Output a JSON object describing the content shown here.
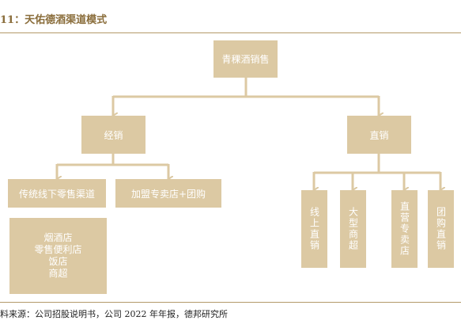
{
  "header": {
    "title": "11：天佑德酒渠道模式"
  },
  "footer": {
    "source": "料来源：公司招股说明书，公司 2022 年年报，德邦研究所"
  },
  "nodes": {
    "root": "青稞酒销售",
    "distribution": "经销",
    "direct": "直销",
    "traditional": "传统线下零售渠道",
    "franchise": "加盟专卖店+团购",
    "outlets": [
      "烟酒店",
      "零售便利店",
      "饭店",
      "商超"
    ],
    "online": "线上直销",
    "supermarket": "大型商超",
    "direct_store": "直营专卖店",
    "group_purchase": "团购直销"
  },
  "colors": {
    "box": "#dcc9a3",
    "line": "#dcc9a3",
    "title": "#8a6d3b",
    "rule": "#b49a6a"
  }
}
